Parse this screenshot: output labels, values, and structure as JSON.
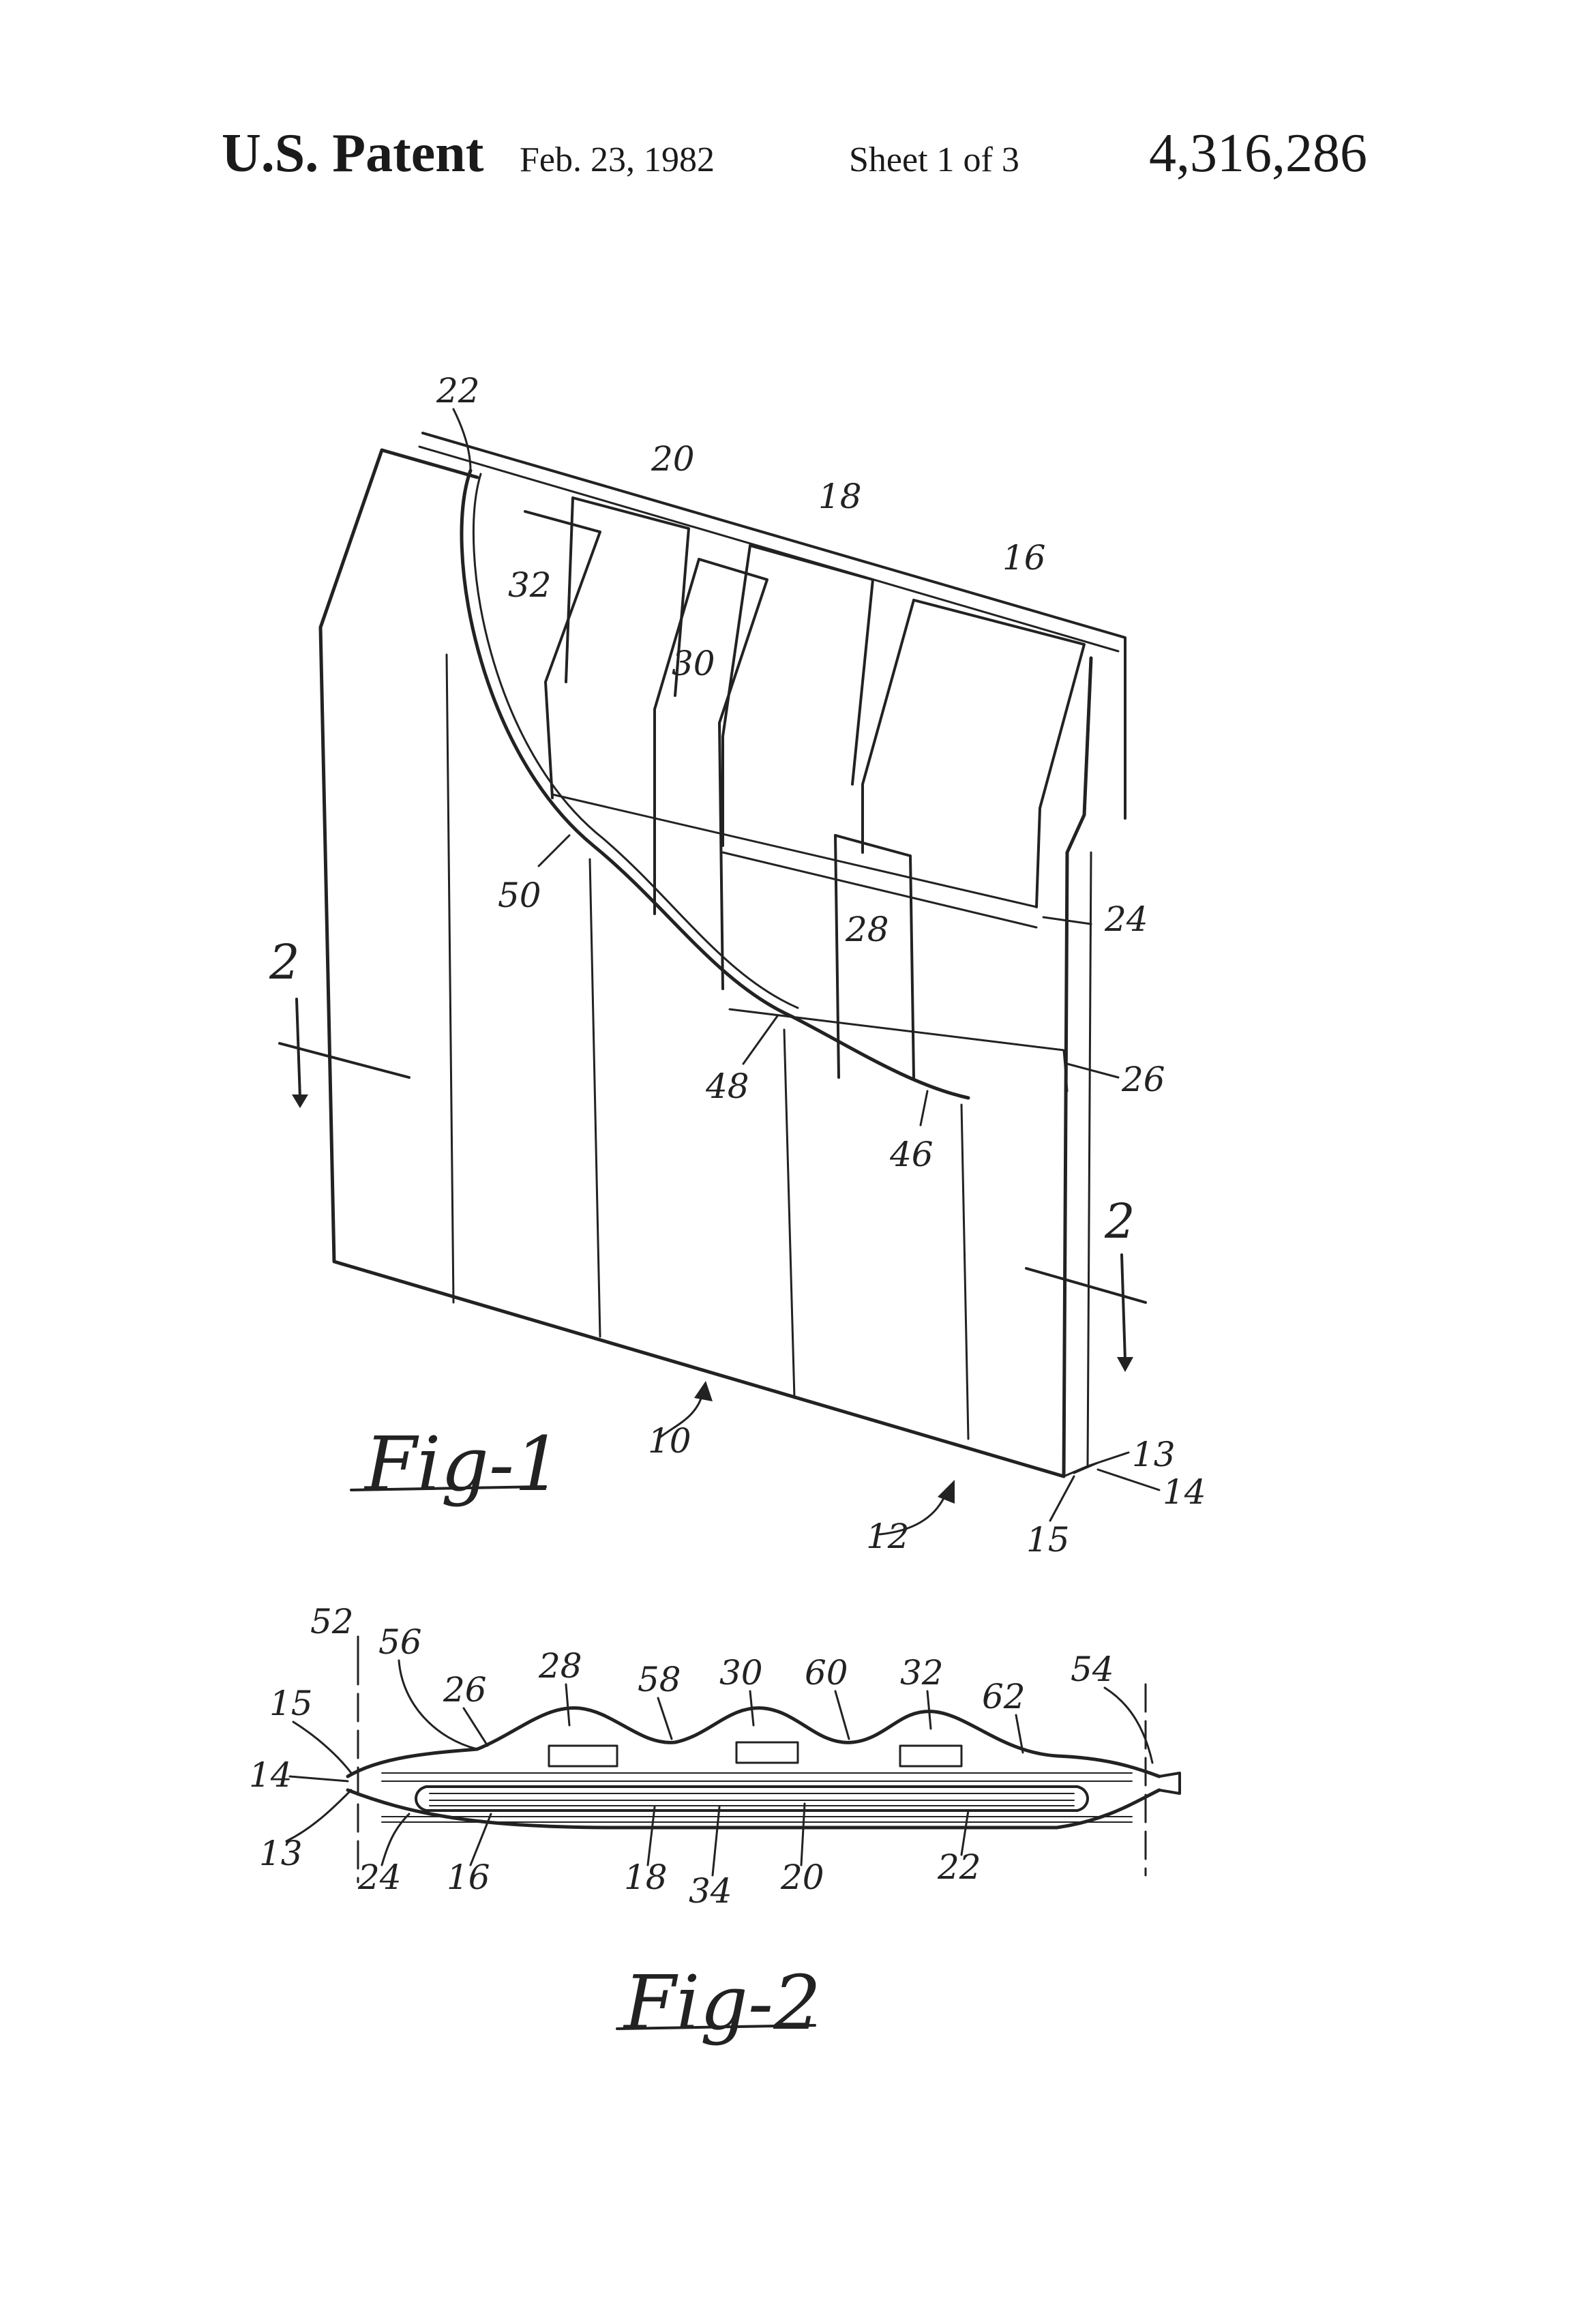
{
  "header": {
    "title": "U.S. Patent",
    "date": "Feb. 23, 1982",
    "sheet": "Sheet 1 of 3",
    "patent_number": "4,316,286"
  },
  "figures": [
    {
      "caption": "Fig-1",
      "refs": [
        "22",
        "20",
        "18",
        "16",
        "32",
        "30",
        "28",
        "24",
        "26",
        "50",
        "48",
        "46",
        "2",
        "2",
        "10",
        "12",
        "13",
        "14",
        "15"
      ]
    },
    {
      "caption": "Fig-2",
      "refs": [
        "52",
        "56",
        "26",
        "28",
        "58",
        "30",
        "60",
        "32",
        "62",
        "54",
        "15",
        "14",
        "13",
        "24",
        "16",
        "18",
        "34",
        "20",
        "22"
      ]
    }
  ]
}
